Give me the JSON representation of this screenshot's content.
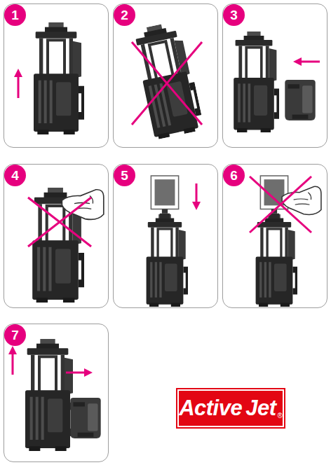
{
  "diagram": {
    "nodes": [
      {
        "text": [
          "1"
        ]
      },
      {
        "text": [
          "2"
        ]
      },
      {
        "text": [
          "3"
        ]
      },
      {
        "text": [
          "4"
        ]
      },
      {
        "text": [
          "5"
        ]
      },
      {
        "text": [
          "6"
        ]
      },
      {
        "text": [
          "7"
        ]
      },
      {
        "text": [
          "Active",
          "Jet",
          "®"
        ]
      }
    ]
  }
}
